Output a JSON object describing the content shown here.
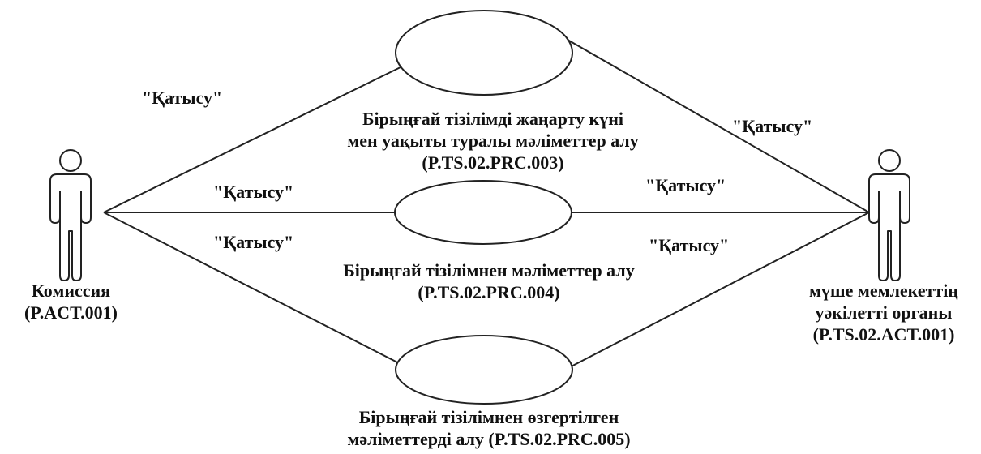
{
  "colors": {
    "stroke": "#222222",
    "text": "#111111",
    "background": "#ffffff"
  },
  "actors": [
    {
      "id": "actor-left",
      "icon": "person-icon",
      "lines": [
        "Комиссия",
        "(P.ACT.001)"
      ]
    },
    {
      "id": "actor-right",
      "icon": "person-icon",
      "lines": [
        "мүше мемлекеттің",
        "уәкілетті органы",
        "(P.TS.02.ACT.001)"
      ]
    }
  ],
  "use_cases": [
    {
      "id": "uc-003",
      "lines": [
        "Бірыңғай тізілімді  жаңарту күні",
        "мен уақыты туралы мәліметтер алу",
        "(P.TS.02.PRC.003)"
      ]
    },
    {
      "id": "uc-004",
      "lines": [
        "Бірыңғай тізілімнен мәліметтер алу",
        "(P.TS.02.PRC.004)"
      ]
    },
    {
      "id": "uc-005",
      "lines": [
        "Бірыңғай тізілімнен өзгертілген",
        "мәліметтерді алу (P.TS.02.PRC.005)"
      ]
    }
  ],
  "edge_labels": [
    {
      "id": "left-uc003",
      "text": "\"Қатысу\""
    },
    {
      "id": "right-uc003",
      "text": "\"Қатысу\""
    },
    {
      "id": "left-uc004",
      "text": "\"Қатысу\""
    },
    {
      "id": "right-uc004",
      "text": "\"Қатысу\""
    },
    {
      "id": "left-uc005",
      "text": "\"Қатысу\""
    },
    {
      "id": "right-uc005",
      "text": "\"Қатысу\""
    }
  ]
}
